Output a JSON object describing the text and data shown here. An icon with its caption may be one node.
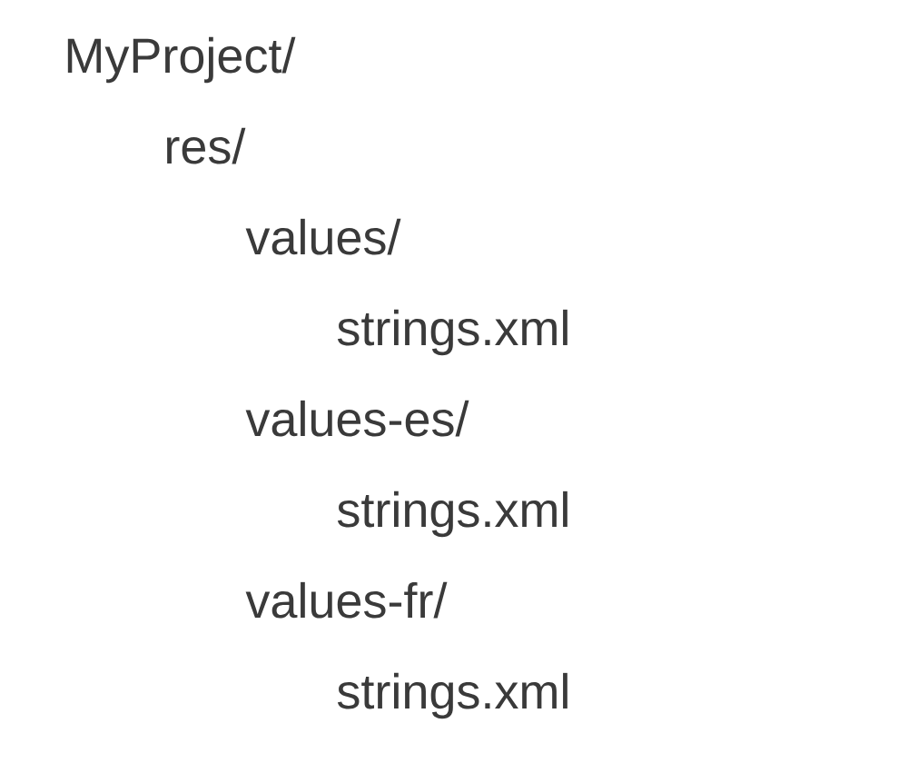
{
  "diagram": {
    "labels": [
      "MyProject/",
      "res/",
      "values/",
      "strings.xml",
      "values-es/",
      "strings.xml",
      "values-fr/",
      "strings.xml"
    ]
  }
}
